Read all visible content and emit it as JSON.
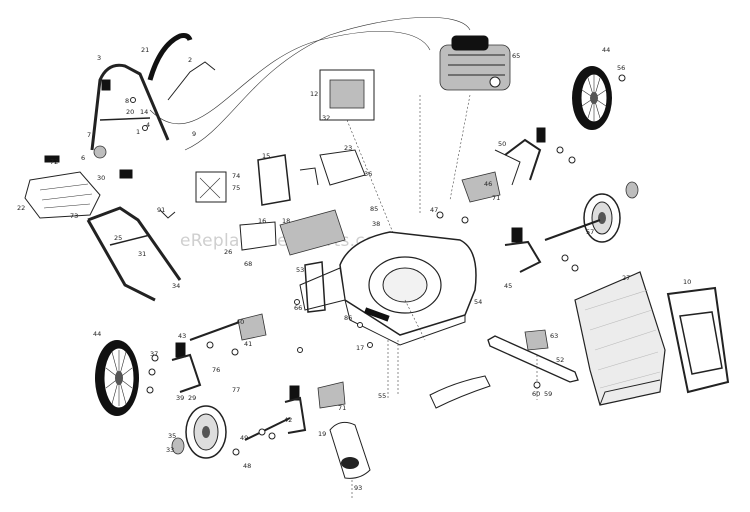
{
  "watermark": "eReplacementParts.com",
  "callouts": [
    {
      "id": "c-3",
      "text": "3"
    },
    {
      "id": "c-21",
      "text": "21"
    },
    {
      "id": "c-2",
      "text": "2"
    },
    {
      "id": "c-8",
      "text": "8"
    },
    {
      "id": "c-20",
      "text": "20"
    },
    {
      "id": "c-14",
      "text": "14"
    },
    {
      "id": "c-4",
      "text": "4"
    },
    {
      "id": "c-1",
      "text": "1"
    },
    {
      "id": "c-7",
      "text": "7"
    },
    {
      "id": "c-72",
      "text": "72"
    },
    {
      "id": "c-6",
      "text": "6"
    },
    {
      "id": "c-30",
      "text": "30"
    },
    {
      "id": "c-22",
      "text": "22"
    },
    {
      "id": "c-73",
      "text": "73"
    },
    {
      "id": "c-91",
      "text": "91"
    },
    {
      "id": "c-25",
      "text": "25"
    },
    {
      "id": "c-31",
      "text": "31"
    },
    {
      "id": "c-34",
      "text": "34"
    },
    {
      "id": "c-12",
      "text": "12"
    },
    {
      "id": "c-65",
      "text": "65"
    },
    {
      "id": "c-44a",
      "text": "44"
    },
    {
      "id": "c-56",
      "text": "56"
    },
    {
      "id": "c-15",
      "text": "15"
    },
    {
      "id": "c-23",
      "text": "23"
    },
    {
      "id": "c-74",
      "text": "74"
    },
    {
      "id": "c-75",
      "text": "75"
    },
    {
      "id": "c-16",
      "text": "16"
    },
    {
      "id": "c-18",
      "text": "18"
    },
    {
      "id": "c-26",
      "text": "26"
    },
    {
      "id": "c-68",
      "text": "68"
    },
    {
      "id": "c-36",
      "text": "36"
    },
    {
      "id": "c-85",
      "text": "85"
    },
    {
      "id": "c-38",
      "text": "38"
    },
    {
      "id": "c-50",
      "text": "50"
    },
    {
      "id": "c-71a",
      "text": "71"
    },
    {
      "id": "c-47",
      "text": "47"
    },
    {
      "id": "c-57",
      "text": "57"
    },
    {
      "id": "c-27",
      "text": "27"
    },
    {
      "id": "c-10",
      "text": "10"
    },
    {
      "id": "c-44b",
      "text": "44"
    },
    {
      "id": "c-43",
      "text": "43"
    },
    {
      "id": "c-37",
      "text": "37"
    },
    {
      "id": "c-76",
      "text": "76"
    },
    {
      "id": "c-35",
      "text": "35"
    },
    {
      "id": "c-33",
      "text": "33"
    },
    {
      "id": "c-49",
      "text": "49"
    },
    {
      "id": "c-48",
      "text": "48"
    },
    {
      "id": "c-42",
      "text": "42"
    },
    {
      "id": "c-71b",
      "text": "71"
    },
    {
      "id": "c-19",
      "text": "19"
    },
    {
      "id": "c-55",
      "text": "55"
    },
    {
      "id": "c-93",
      "text": "93"
    },
    {
      "id": "c-63",
      "text": "63"
    },
    {
      "id": "c-52",
      "text": "52"
    },
    {
      "id": "c-53",
      "text": "53"
    },
    {
      "id": "c-17",
      "text": "17"
    },
    {
      "id": "c-54",
      "text": "54"
    },
    {
      "id": "c-40",
      "text": "40"
    },
    {
      "id": "c-41",
      "text": "41"
    },
    {
      "id": "c-45",
      "text": "45"
    },
    {
      "id": "c-66",
      "text": "66"
    },
    {
      "id": "c-86",
      "text": "86"
    },
    {
      "id": "c-46",
      "text": "46"
    },
    {
      "id": "c-29",
      "text": "29"
    },
    {
      "id": "c-39",
      "text": "39"
    },
    {
      "id": "c-77",
      "text": "77"
    },
    {
      "id": "c-32",
      "text": "32"
    },
    {
      "id": "c-60",
      "text": "60"
    },
    {
      "id": "c-59",
      "text": "59"
    },
    {
      "id": "c-9",
      "text": "9"
    }
  ]
}
